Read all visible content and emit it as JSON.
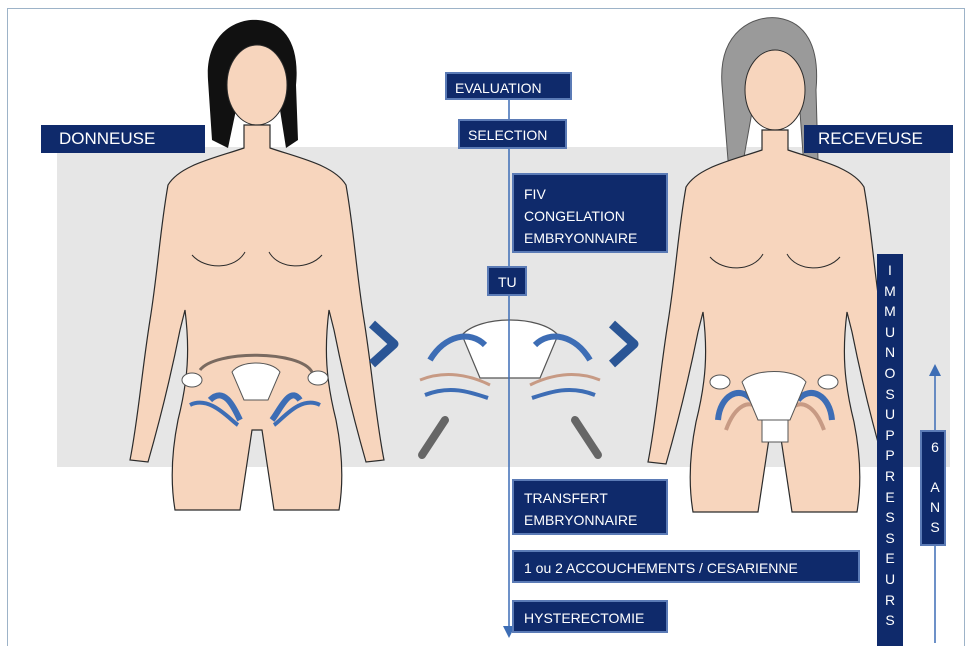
{
  "labels": {
    "donneuse": "DONNEUSE",
    "receveuse": "RECEVEUSE",
    "evaluation": "EVALUATION",
    "selection": "SELECTION",
    "fiv_lines": [
      "FIV",
      "CONGELATION",
      "EMBRYONNAIRE"
    ],
    "tu": "TU",
    "transfert_lines": [
      "TRANSFERT",
      "EMBRYONNAIRE"
    ],
    "accouchements": "1 ou 2 ACCOUCHEMENTS / CESARIENNE",
    "hysterectomie": "HYSTERECTOMIE",
    "immuno_letters": [
      "I",
      "M",
      "M",
      "U",
      "N",
      "O",
      "S",
      "U",
      "P",
      "P",
      "R",
      "E",
      "S",
      "S",
      "E",
      "U",
      "R",
      "S"
    ],
    "six_ans_number": "6",
    "six_ans_letters": [
      "A",
      "N",
      "S"
    ]
  },
  "colors": {
    "label_bg": "#0f2a6b",
    "label_border": "#5b7bb6",
    "timeline": "#3d6db5",
    "arrow": "#2a5595",
    "skin": "#f7d5bd",
    "skin_outline": "#2b2b2b",
    "band": "#e6e6e6"
  }
}
